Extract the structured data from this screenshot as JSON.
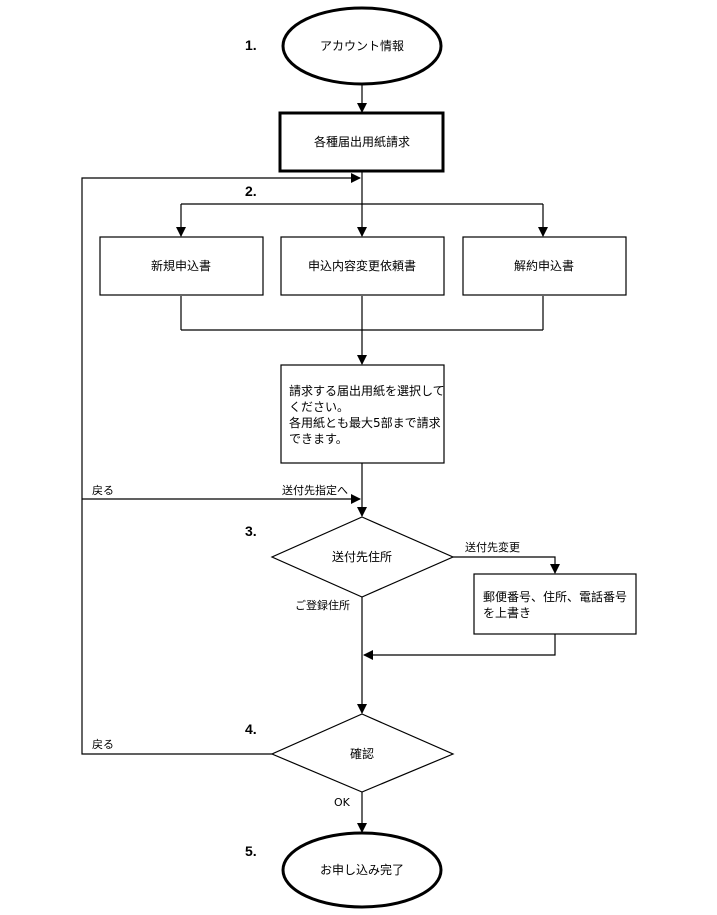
{
  "steps": {
    "s1": "1.",
    "s2": "2.",
    "s3": "3.",
    "s4": "4.",
    "s5": "5."
  },
  "nodes": {
    "start": "アカウント情報",
    "request_forms": "各種届出用紙請求",
    "new_application": "新規申込書",
    "change_request": "申込内容変更依頼書",
    "cancellation": "解約申込書",
    "note_lines": [
      "請求する届出用紙を選択して",
      "ください。",
      "各用紙とも最大5部まで請求",
      "できます。"
    ],
    "shipping_address": "送付先住所",
    "overwrite_lines": [
      "郵便番号、住所、電話番号",
      "を上書き"
    ],
    "confirm": "確認",
    "complete": "お申し込み完了"
  },
  "edges": {
    "back1": "戻る",
    "to_shipping": "送付先指定へ",
    "change_address": "送付先変更",
    "registered_address": "ご登録住所",
    "back2": "戻る",
    "ok": "OK"
  }
}
